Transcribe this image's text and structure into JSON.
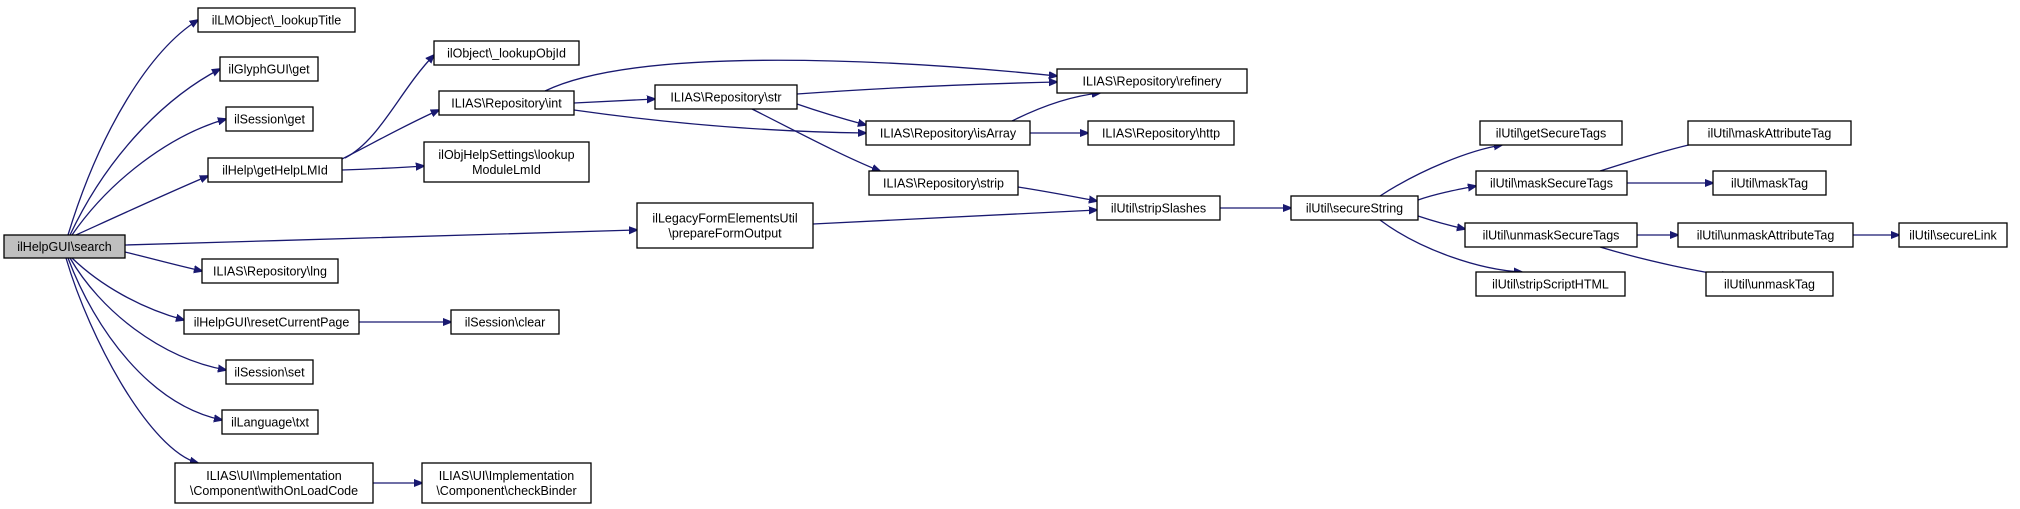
{
  "colors": {
    "edge": "#191970",
    "root_fill": "#bfbfbf",
    "node_fill": "#ffffff",
    "node_border": "#000000"
  },
  "nodes": {
    "root": [
      "ilHelpGUI\\search"
    ],
    "lookupTitle": [
      "ilLMObject\\_lookupTitle"
    ],
    "glyphGet": [
      "ilGlyphGUI\\get"
    ],
    "sessionGet": [
      "ilSession\\get"
    ],
    "getHelpLMId": [
      "ilHelp\\getHelpLMId"
    ],
    "lng": [
      "ILIAS\\Repository\\lng"
    ],
    "resetCurrentPage": [
      "ilHelpGUI\\resetCurrentPage"
    ],
    "sessionSet": [
      "ilSession\\set"
    ],
    "languageTxt": [
      "ilLanguage\\txt"
    ],
    "withOnLoadCode": [
      "ILIAS\\UI\\Implementation",
      "\\Component\\withOnLoadCode"
    ],
    "lookupObjId": [
      "ilObject\\_lookupObjId"
    ],
    "repoInt": [
      "ILIAS\\Repository\\int"
    ],
    "lookupModuleLmId": [
      "ilObjHelpSettings\\lookup",
      "ModuleLmId"
    ],
    "sessionClear": [
      "ilSession\\clear"
    ],
    "checkBinder": [
      "ILIAS\\UI\\Implementation",
      "\\Component\\checkBinder"
    ],
    "repoStr": [
      "ILIAS\\Repository\\str"
    ],
    "prepareFormOutput": [
      "ilLegacyFormElementsUtil",
      "\\prepareFormOutput"
    ],
    "refinery": [
      "ILIAS\\Repository\\refinery"
    ],
    "isArray": [
      "ILIAS\\Repository\\isArray"
    ],
    "strip": [
      "ILIAS\\Repository\\strip"
    ],
    "http": [
      "ILIAS\\Repository\\http"
    ],
    "stripSlashes": [
      "ilUtil\\stripSlashes"
    ],
    "secureString": [
      "ilUtil\\secureString"
    ],
    "getSecureTags": [
      "ilUtil\\getSecureTags"
    ],
    "maskSecureTags": [
      "ilUtil\\maskSecureTags"
    ],
    "unmaskSecureTags": [
      "ilUtil\\unmaskSecureTags"
    ],
    "stripScriptHTML": [
      "ilUtil\\stripScriptHTML"
    ],
    "maskAttributeTag": [
      "ilUtil\\maskAttributeTag"
    ],
    "maskTag": [
      "ilUtil\\maskTag"
    ],
    "unmaskAttributeTag": [
      "ilUtil\\unmaskAttributeTag"
    ],
    "unmaskTag": [
      "ilUtil\\unmaskTag"
    ],
    "secureLink": [
      "ilUtil\\secureLink"
    ]
  }
}
